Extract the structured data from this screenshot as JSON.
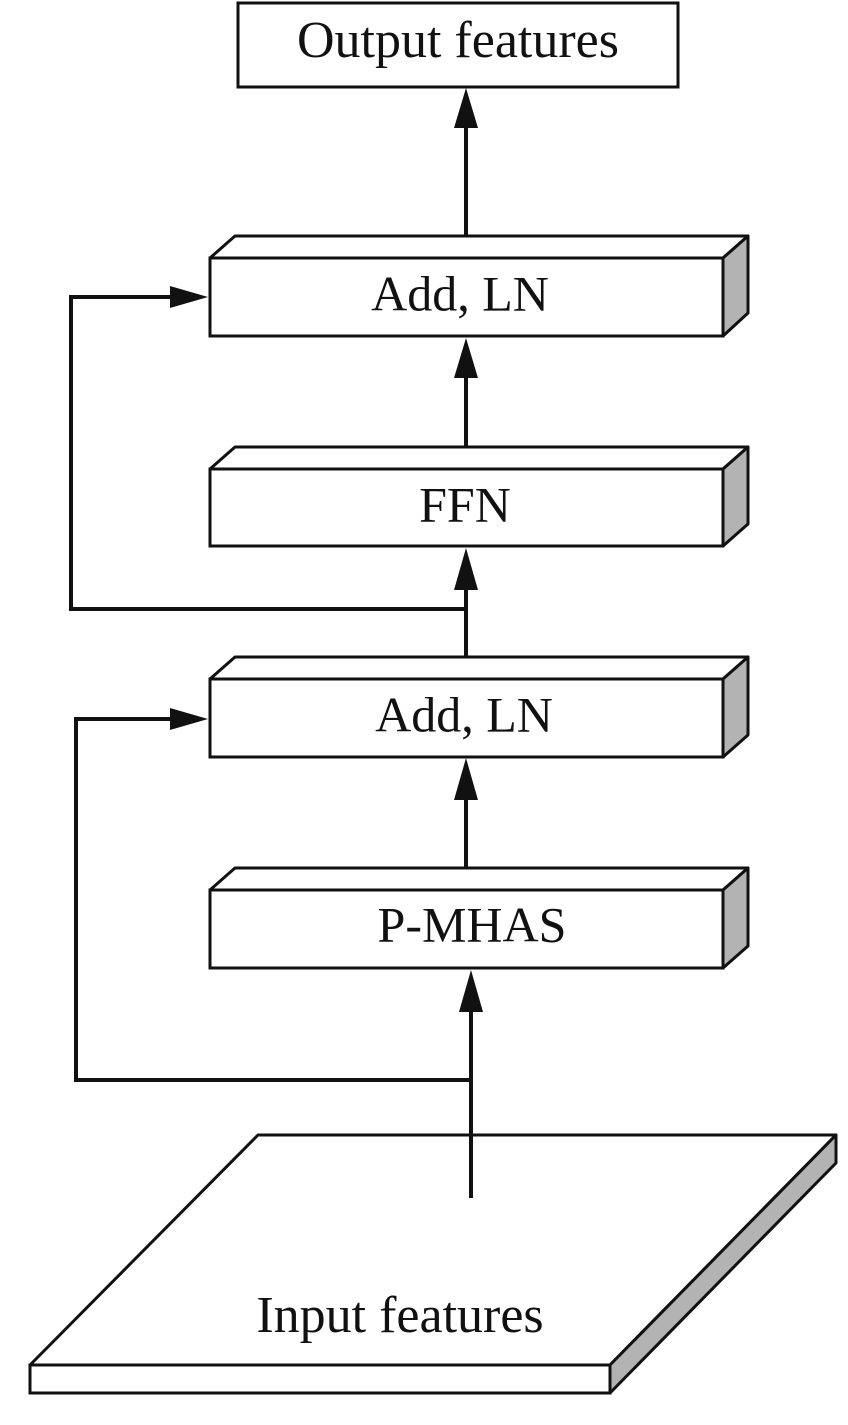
{
  "diagram": {
    "output_label": "Output features",
    "blocks": {
      "add_ln_top": "Add, LN",
      "ffn": "FFN",
      "add_ln_bottom": "Add, LN",
      "p_mhas": "P-MHAS"
    },
    "input_label": "Input features",
    "colors": {
      "stroke": "#111111",
      "box_fill": "#ffffff",
      "side_fill": "#b3b3b3",
      "background": "#ffffff"
    }
  }
}
